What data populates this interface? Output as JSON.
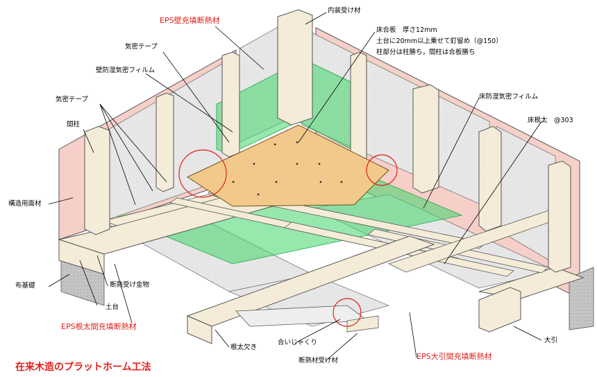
{
  "title": "在来木造のプラットホーム工法",
  "labels": {
    "eps_wall": "EPS壁充填断熱材",
    "naiso": "内装受け材",
    "yukaita_1": "床合板　厚さ12mm",
    "yukaita_2": "土台に20mm以上乗せて釘留め（@150）",
    "yukaita_3": "柱部分は柱勝ち，間柱は合板勝ち",
    "kimitsu_tape_1": "気密テープ",
    "wall_film": "壁防湿気密フィルム",
    "kimitsu_tape_2": "気密テープ",
    "mabashira": "間柱",
    "kozo_menzai": "構造用面材",
    "nunokiso": "布基礎",
    "dannetsu_kanamono": "断熱受け金物",
    "dodai": "土台",
    "eps_nedai": "EPS根太間充填断熱材",
    "nedai_kaki": "根太欠き",
    "aijakuri": "合いじゃくり",
    "dannetsu_ukezai": "断熱材受け材",
    "eps_ohiki": "EPS大引間充填断熱材",
    "ohiki": "大引",
    "floor_film": "床防湿気密フィルム",
    "yukanedai": "床根太　@303"
  },
  "colors": {
    "wood": "#f4ecd8",
    "wood_stroke": "#6b6b6b",
    "sheathing": "#f7cfc9",
    "insulation": "#e9e9e9",
    "film": "#3fd66a",
    "plywood": "#f2c98a",
    "red_mark": "#e0201b",
    "foundation": "#c9c9c9"
  }
}
